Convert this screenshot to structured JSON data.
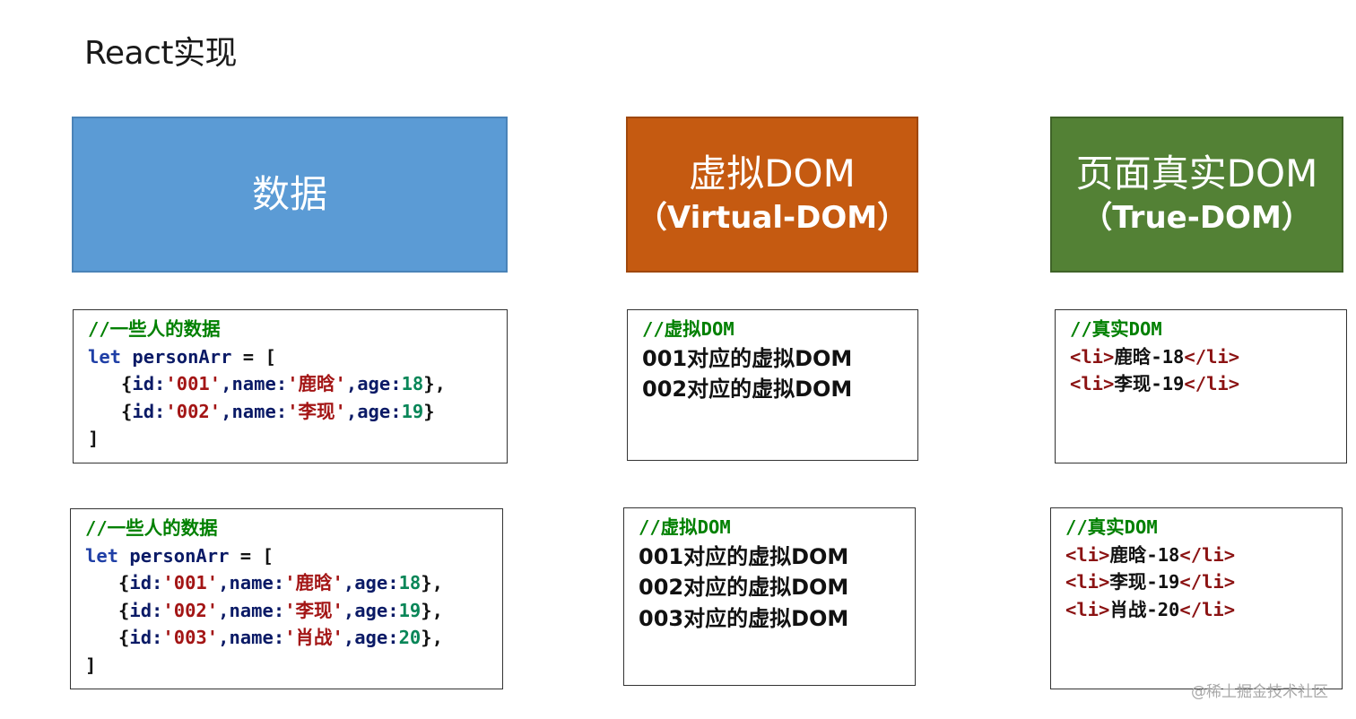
{
  "title": "React实现",
  "headers": {
    "data": "数据",
    "virtual_main": "虚拟DOM",
    "virtual_sub": "（Virtual-DOM）",
    "true_main": "页面真实DOM",
    "true_sub": "（True-DOM）"
  },
  "colors": {
    "data_box": "#5b9bd5",
    "virtual_box": "#c55a11",
    "true_box": "#538135"
  },
  "row1": {
    "data_code": {
      "comment": "//一些人的数据",
      "declaration": [
        "let",
        "personArr",
        "["
      ],
      "items": [
        {
          "id": "'001'",
          "name": "'鹿晗'",
          "age": "18",
          "trail": "},"
        },
        {
          "id": "'002'",
          "name": "'李现'",
          "age": "19",
          "trail": "}"
        }
      ],
      "close": "]"
    },
    "virtual": {
      "comment": "//虚拟DOM",
      "lines": [
        "001对应的虚拟DOM",
        "002对应的虚拟DOM"
      ]
    },
    "true": {
      "comment": "//真实DOM",
      "items": [
        {
          "text": "鹿晗-18"
        },
        {
          "text": "李现-19"
        }
      ]
    }
  },
  "row2": {
    "data_code": {
      "comment": "//一些人的数据",
      "declaration": [
        "let",
        "personArr",
        "["
      ],
      "items": [
        {
          "id": "'001'",
          "name": "'鹿晗'",
          "age": "18",
          "trail": "},"
        },
        {
          "id": "'002'",
          "name": "'李现'",
          "age": "19",
          "trail": "},"
        },
        {
          "id": "'003'",
          "name": "'肖战'",
          "age": "20",
          "trail": "},"
        }
      ],
      "close": "]"
    },
    "virtual": {
      "comment": "//虚拟DOM",
      "lines": [
        "001对应的虚拟DOM",
        "002对应的虚拟DOM",
        "003对应的虚拟DOM"
      ]
    },
    "true": {
      "comment": "//真实DOM",
      "items": [
        {
          "text": "鹿晗-18"
        },
        {
          "text": "李现-19"
        },
        {
          "text": "肖战-20"
        }
      ]
    }
  },
  "code_tokens": {
    "open_brace": "{",
    "id_key": "id:",
    "name_key": ",name:",
    "age_key": ",age:",
    "equals": " = ",
    "li_open": "<li>",
    "li_close": "</li>"
  },
  "watermark": "@稀土掘金技术社区"
}
